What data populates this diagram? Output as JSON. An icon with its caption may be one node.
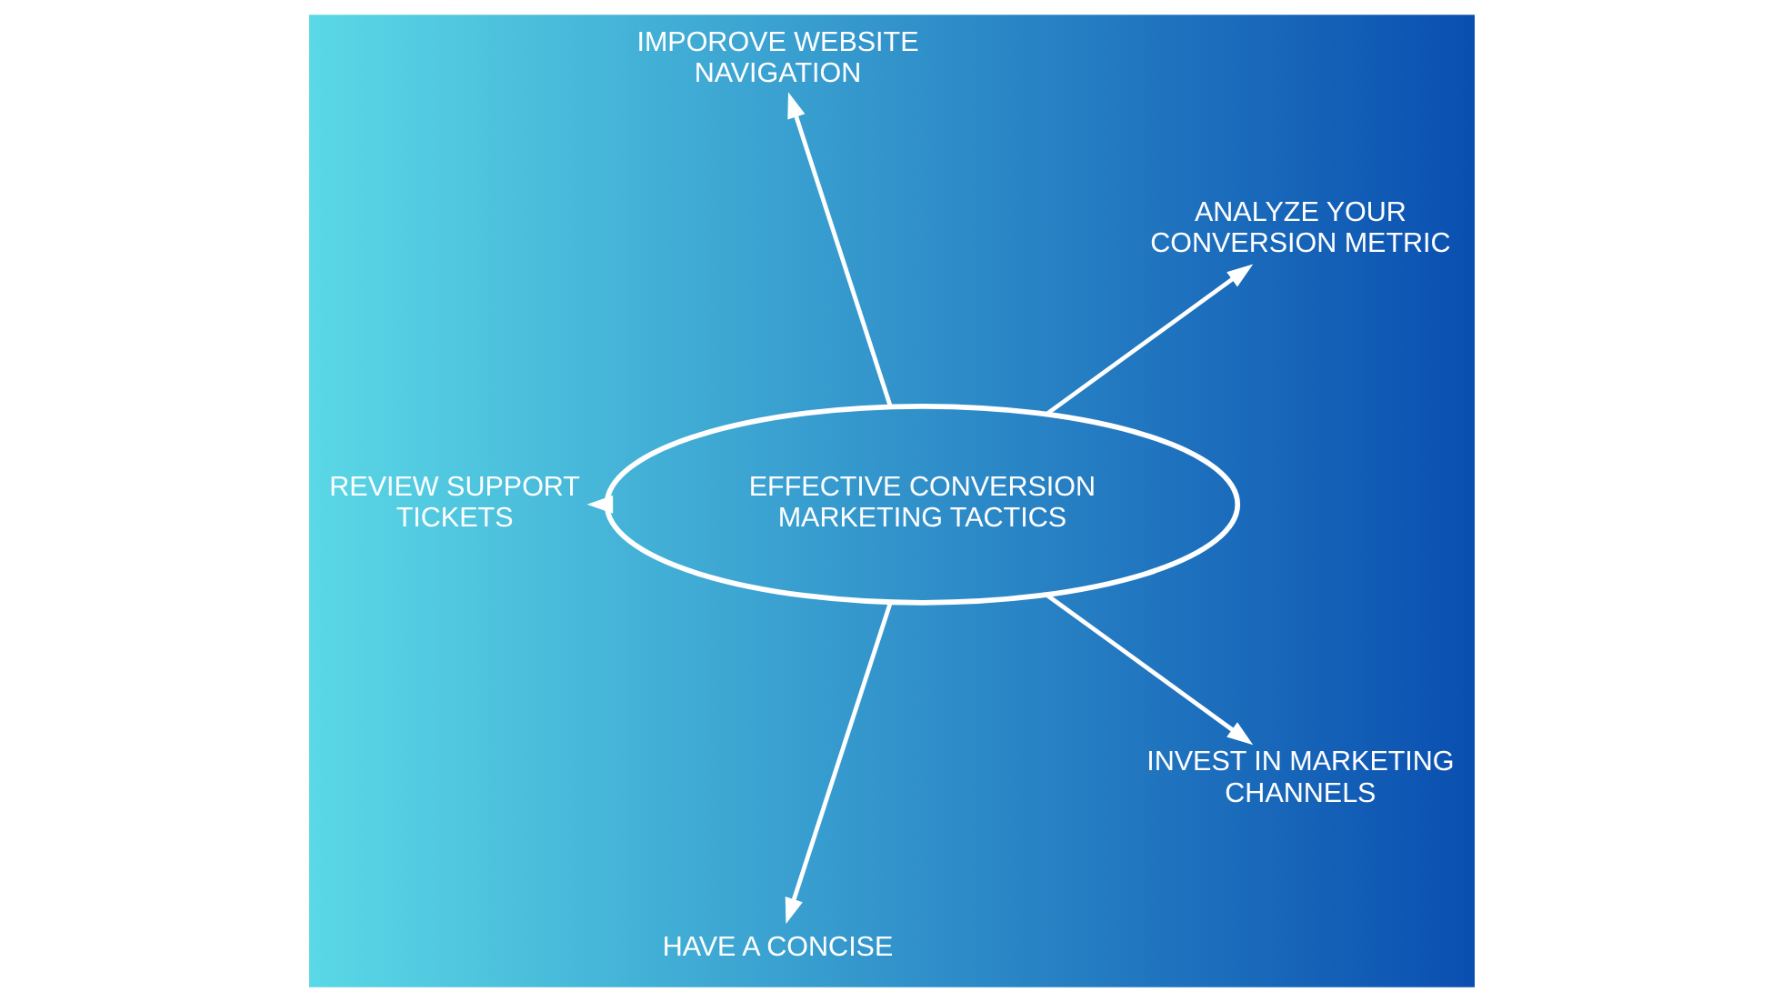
{
  "diagram": {
    "nodes": [
      {
        "text": [
          "EFFECTIVE CONVERSION MARKETING TACTICS"
        ]
      },
      {
        "text": [
          "ANALYZE YOUR CONVERSION METRIC"
        ]
      },
      {
        "text": [
          "IMPOROVE WEBSITE NAVIGATION"
        ]
      },
      {
        "text": [
          "REVIEW SUPPORT TICKETS"
        ]
      },
      {
        "text": [
          "HAVE A CONCISE"
        ]
      },
      {
        "text": [
          "INVEST IN MARKETING CHANNELS"
        ]
      }
    ],
    "edges": [
      {
        "from": 0,
        "to": 1,
        "arrow": "to"
      },
      {
        "from": 0,
        "to": 2,
        "arrow": "to"
      },
      {
        "from": 0,
        "to": 3,
        "arrow": "to"
      },
      {
        "from": 0,
        "to": 4,
        "arrow": "to"
      },
      {
        "from": 0,
        "to": 5,
        "arrow": "to"
      }
    ]
  }
}
